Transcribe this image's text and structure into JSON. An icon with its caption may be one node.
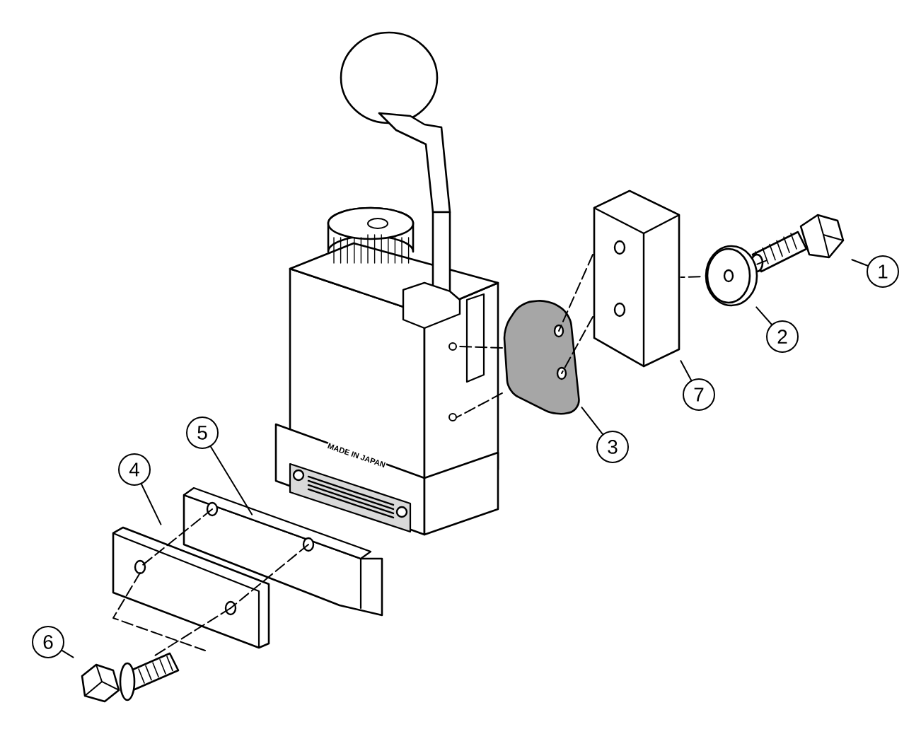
{
  "diagram": {
    "nodes": [
      {
        "text": [
          "1"
        ]
      },
      {
        "text": [
          "2"
        ]
      },
      {
        "text": [
          "3"
        ]
      },
      {
        "text": [
          "4"
        ]
      },
      {
        "text": [
          "5"
        ]
      },
      {
        "text": [
          "6"
        ]
      },
      {
        "text": [
          "7"
        ]
      },
      {
        "text": [],
        "shape": "picture"
      },
      {
        "text": [],
        "shape": "picture"
      },
      {
        "text": [],
        "shape": "picture"
      },
      {
        "text": [],
        "shape": "picture"
      },
      {
        "text": [],
        "shape": "picture"
      },
      {
        "text": [],
        "shape": "picture"
      },
      {
        "text": [],
        "shape": "picture"
      },
      {
        "text": [],
        "shape": "picture"
      }
    ],
    "edges": [
      {
        "from": 0,
        "to": 7,
        "arrow": "none"
      },
      {
        "from": 1,
        "to": 8,
        "arrow": "none"
      },
      {
        "from": 2,
        "to": 9,
        "arrow": "none"
      },
      {
        "from": 3,
        "to": 10,
        "arrow": "none"
      },
      {
        "from": 4,
        "to": 11,
        "arrow": "none"
      },
      {
        "from": 5,
        "to": 12,
        "arrow": "none"
      },
      {
        "from": 6,
        "to": 13,
        "arrow": "none"
      },
      {
        "from": 7,
        "to": 8,
        "arrow": "none",
        "style": "dashed"
      },
      {
        "from": 8,
        "to": 13,
        "arrow": "none",
        "style": "dashed"
      },
      {
        "from": 13,
        "to": 9,
        "arrow": "none",
        "style": "dashed"
      },
      {
        "from": 13,
        "to": 9,
        "arrow": "none",
        "style": "dashed"
      },
      {
        "from": 11,
        "to": 10,
        "arrow": "none",
        "style": "dashed"
      },
      {
        "from": 11,
        "to": 10,
        "arrow": "none",
        "style": "dashed"
      },
      {
        "from": 10,
        "to": 12,
        "arrow": "none",
        "style": "dashed"
      },
      {
        "from": 9,
        "to": 14,
        "arrow": "none",
        "style": "dashed"
      },
      {
        "from": 9,
        "to": 14,
        "arrow": "none",
        "style": "dashed"
      }
    ],
    "labels": [
      "MADE IN JAPAN"
    ]
  }
}
